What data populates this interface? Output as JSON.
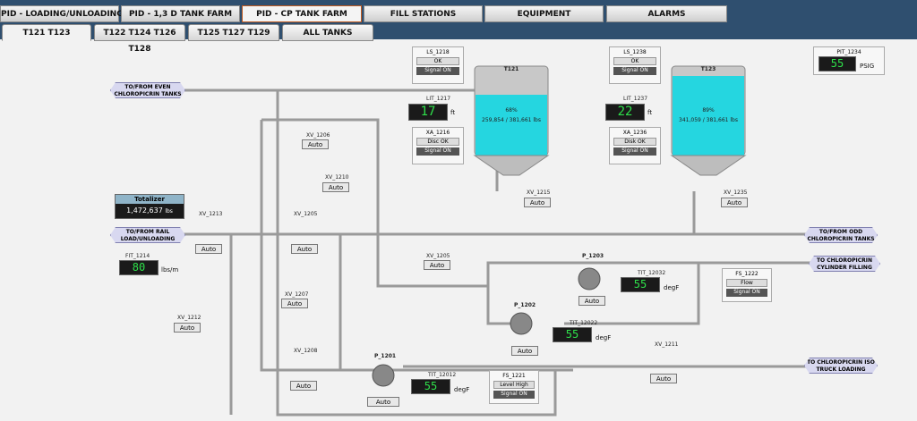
{
  "nav": {
    "tabs": [
      "PID - LOADING/UNLOADING",
      "PID - 1,3 D TANK FARM",
      "PID - CP TANK FARM",
      "FILL STATIONS",
      "EQUIPMENT",
      "ALARMS"
    ],
    "active": 2
  },
  "subnav": {
    "tabs": [
      "T121 T123",
      "T122 T124 T126 T128",
      "T125 T127 T129",
      "ALL TANKS"
    ],
    "active": 0
  },
  "tanks": [
    {
      "name": "T121",
      "percent": "68%",
      "amount": "259,854 / 381,661 lbs",
      "level": 0.68,
      "ls": {
        "tag": "LS_1218",
        "status": "OK",
        "signal": "Signal ON"
      },
      "lit": {
        "tag": "LIT_1217",
        "value": "17",
        "unit": "ft"
      },
      "xa": {
        "tag": "XA_1216",
        "status": "Disc OK",
        "signal": "Signal ON"
      },
      "valve": {
        "tag": "XV_1215",
        "mode": "Auto"
      }
    },
    {
      "name": "T123",
      "percent": "89%",
      "amount": "341,059 / 381,661 lbs",
      "level": 0.89,
      "ls": {
        "tag": "LS_1238",
        "status": "OK",
        "signal": "Signal ON"
      },
      "lit": {
        "tag": "LIT_1237",
        "value": "22",
        "unit": "ft"
      },
      "xa": {
        "tag": "XA_1236",
        "status": "Disk OK",
        "signal": "Signal ON"
      },
      "valve": {
        "tag": "XV_1235",
        "mode": "Auto"
      }
    }
  ],
  "pit": {
    "tag": "PIT_1234",
    "value": "55",
    "unit": "PSIG"
  },
  "totalizer": {
    "title": "Totalizer",
    "value": "1,472,637",
    "unit": "lbs"
  },
  "fit": {
    "tag": "FIT_1214",
    "value": "80",
    "unit": "lbs/m"
  },
  "valves": [
    {
      "tag": "XV_1206",
      "mode": "Auto"
    },
    {
      "tag": "XV_1210",
      "mode": "Auto"
    },
    {
      "tag": "XV_1213",
      "mode": "Auto"
    },
    {
      "tag": "XV_1205",
      "mode": "Auto"
    },
    {
      "tag": "XV_1205",
      "mode": "Auto"
    },
    {
      "tag": "XV_1207",
      "mode": "Auto"
    },
    {
      "tag": "XV_1212",
      "mode": "Auto"
    },
    {
      "tag": "XV_1208",
      "mode": "Auto"
    },
    {
      "tag": "XV_1211",
      "mode": "Auto"
    }
  ],
  "pumps": [
    {
      "tag": "P_1203",
      "mode": "Auto"
    },
    {
      "tag": "P_1202",
      "mode": "Auto"
    },
    {
      "tag": "P_1201",
      "mode": "Auto"
    }
  ],
  "temps": [
    {
      "tag": "TIT_12032",
      "value": "55",
      "unit": "degF"
    },
    {
      "tag": "TIT_12022",
      "value": "55",
      "unit": "degF"
    },
    {
      "tag": "TIT_12012",
      "value": "55",
      "unit": "degF"
    }
  ],
  "flow_switches": [
    {
      "tag": "FS_1222",
      "status": "Flow",
      "signal": "Signal ON"
    },
    {
      "tag": "FS_1221",
      "status": "Level High",
      "signal": "Signal ON"
    }
  ],
  "connections": [
    {
      "line1": "TO/FROM EVEN",
      "line2": "CHLOROPICRIN TANKS"
    },
    {
      "line1": "TO/FROM RAIL",
      "line2": "LOAD/UNLOADING"
    },
    {
      "line1": "TO/FROM ODD",
      "line2": "CHLOROPICRIN TANKS"
    },
    {
      "line1": "TO CHLOROPICRIN",
      "line2": "CYLINDER FILLING"
    },
    {
      "line1": "TO CHLOROPICRIN ISO",
      "line2": "TRUCK LOADING"
    }
  ]
}
